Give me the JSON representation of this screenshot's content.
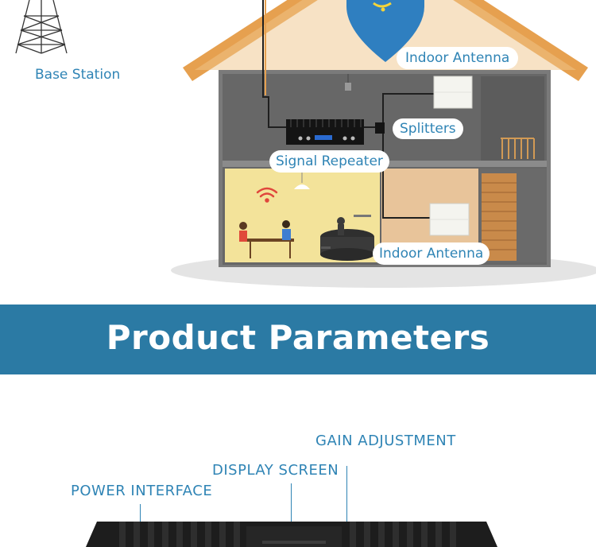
{
  "diagram": {
    "labels": {
      "base_station": "Base Station",
      "indoor_antenna_top": "Indoor Antenna",
      "splitters": "Splitters",
      "signal_repeater": "Signal Repeater",
      "indoor_antenna_bottom": "Indoor Antenna"
    },
    "colors": {
      "label_blue": "#2f84b5",
      "roof": "#e6a04f",
      "wall_dark": "#6d6d6d",
      "room_yellow": "#f3e39a",
      "room_tan": "#e8c49a"
    }
  },
  "banner": {
    "title": "Product Parameters",
    "color": "#2b7aa4"
  },
  "parameters": {
    "gain_adjustment": "GAIN ADJUSTMENT",
    "display_screen": "DISPLAY SCREEN",
    "power_interface": "POWER INTERFACE"
  }
}
